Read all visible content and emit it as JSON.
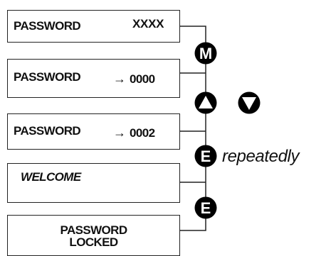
{
  "screens": [
    {
      "label": "PASSWORD",
      "value": "XXXX"
    },
    {
      "label": "PASSWORD",
      "arrow": "→",
      "value": "0000"
    },
    {
      "label": "PASSWORD",
      "arrow": "→",
      "value": "0002"
    },
    {
      "label": "WELCOME"
    },
    {
      "line1": "PASSWORD",
      "line2": "LOCKED"
    }
  ],
  "keys": {
    "menu": "M",
    "up": "up-arrow-icon",
    "down": "down-arrow-icon",
    "enter": "E"
  },
  "note": "repeatedly"
}
